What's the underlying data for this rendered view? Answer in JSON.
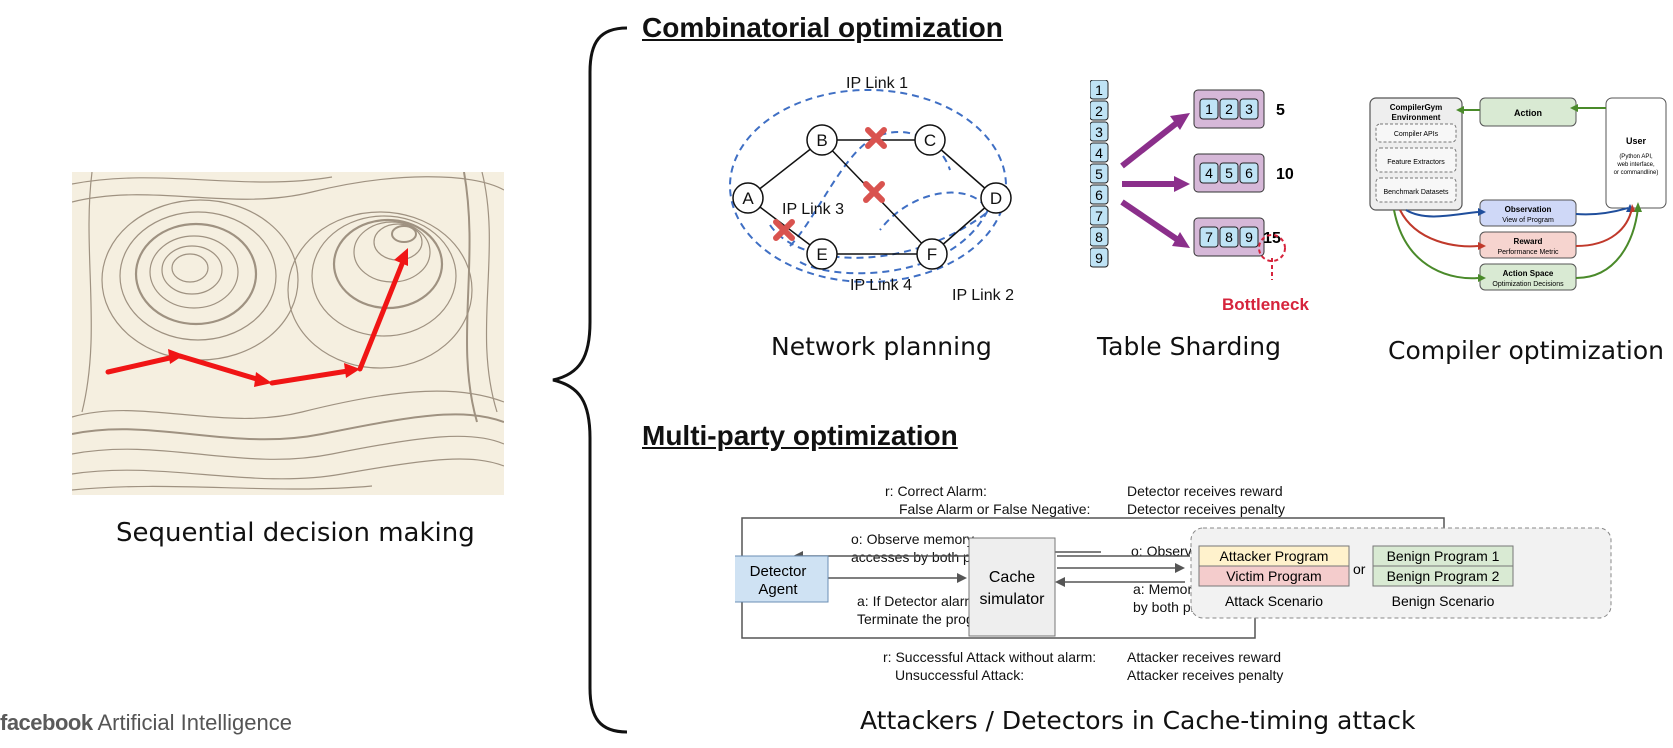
{
  "left_panel": {
    "caption": "Sequential decision making"
  },
  "combinatorial": {
    "title": "Combinatorial optimization",
    "network": {
      "caption": "Network planning",
      "nodes": [
        "A",
        "B",
        "C",
        "D",
        "E",
        "F"
      ],
      "links": [
        "IP Link 1",
        "IP Link 2",
        "IP Link 3",
        "IP Link 4"
      ]
    },
    "sharding": {
      "caption": "Table Sharding",
      "tables": [
        "1",
        "2",
        "3",
        "4",
        "5",
        "6",
        "7",
        "8",
        "9"
      ],
      "shards": [
        {
          "items": [
            "1",
            "2",
            "3"
          ],
          "cost": "5"
        },
        {
          "items": [
            "4",
            "5",
            "6"
          ],
          "cost": "10"
        },
        {
          "items": [
            "7",
            "8",
            "9"
          ],
          "cost": "15"
        }
      ],
      "bottleneck": "Bottleneck"
    },
    "compiler": {
      "caption": "Compiler optimization",
      "env_title": "CompilerGym Environment",
      "env_items": [
        "Compiler APIs",
        "Feature Extractors",
        "Benchmark Datasets"
      ],
      "action": "Action",
      "user_title": "User",
      "user_sub": "(Python API, web interface, or commandline)",
      "observation": {
        "title": "Observation",
        "sub": "View of Program"
      },
      "reward": {
        "title": "Reward",
        "sub": "Performance Metric"
      },
      "action_space": {
        "title": "Action Space",
        "sub": "Optimization Decisions"
      }
    }
  },
  "multiparty": {
    "title": "Multi-party optimization",
    "caption": "Attackers / Detectors in Cache-timing attack",
    "detector": "Detector Agent",
    "cache": "Cache simulator",
    "top_reward_left": [
      "r: Correct Alarm:",
      "False Alarm or False Negative:"
    ],
    "top_reward_right": [
      "Detector receives reward",
      "Detector receives penalty"
    ],
    "obs_memory": [
      "o: Observe memory",
      "accesses by both programs"
    ],
    "act_detector": [
      "a: If Detector alarms:",
      "Terminate the programs"
    ],
    "obs_latency": "o: Observe latency",
    "act_memory": [
      "a: Memory accesses",
      "by both programs"
    ],
    "attacker_program": "Attacker Program",
    "victim_program": "Victim Program",
    "attack_scenario": "Attack Scenario",
    "or": "or",
    "benign_1": "Benign Program 1",
    "benign_2": "Benign Program 2",
    "benign_scenario": "Benign Scenario",
    "bottom_reward_left": [
      "r: Successful Attack without alarm:",
      "Unsuccessful Attack:"
    ],
    "bottom_reward_right": [
      "Attacker receives reward",
      "Attacker receives penalty"
    ]
  },
  "footer": {
    "brand": "facebook",
    "text": "Artificial Intelligence"
  },
  "colors": {
    "arrow_red": "#f01515",
    "contour": "#8a7b6a",
    "map_bg": "#f5efe0",
    "link_blue": "#3f6fc4",
    "cross_red": "#d9534f",
    "shard_purple": "#d6b8d8",
    "arrow_purple": "#8b2f8b",
    "table_blue": "#bfe3f5",
    "bottleneck_red": "#d6243c",
    "detector_blue": "#cfe2f3",
    "attacker_yellow": "#fff2cc",
    "victim_red": "#f4cccc",
    "benign_green": "#d9ead3"
  }
}
